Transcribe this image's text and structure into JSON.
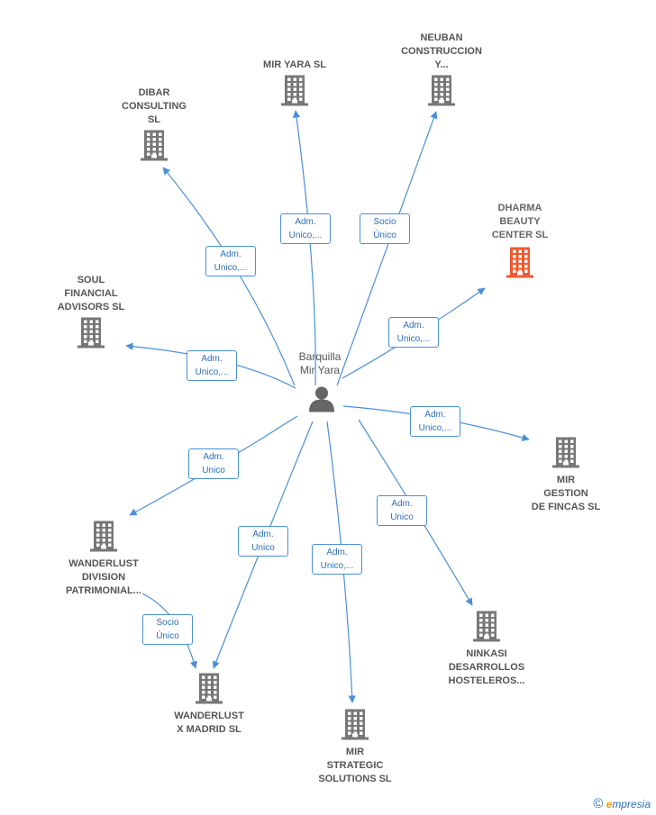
{
  "center": {
    "label": "Barquilla\nMir Yara",
    "icon": "person-icon",
    "color": "#666666"
  },
  "colors": {
    "edge": "#4a90d9",
    "building": "#777777",
    "building_highlight": "#ee5a2f"
  },
  "nodes": [
    {
      "id": "dibar",
      "label": "DIBAR\nCONSULTING\nSL",
      "icon": "building-icon"
    },
    {
      "id": "miryara",
      "label": "MIR YARA  SL",
      "icon": "building-icon"
    },
    {
      "id": "neuban",
      "label": "NEUBAN\nCONSTRUCCION\nY...",
      "icon": "building-icon"
    },
    {
      "id": "dharma",
      "label": "DHARMA\nBEAUTY\nCENTER  SL",
      "icon": "building-icon",
      "highlight": true
    },
    {
      "id": "soul",
      "label": "SOUL\nFINANCIAL\nADVISORS  SL",
      "icon": "building-icon"
    },
    {
      "id": "mirgestion",
      "label": "MIR\nGESTION\nDE FINCAS  SL",
      "icon": "building-icon"
    },
    {
      "id": "wanderlustdiv",
      "label": "WANDERLUST\nDIVISION\nPATRIMONIAL...",
      "icon": "building-icon"
    },
    {
      "id": "ninkasi",
      "label": "NINKASI\nDESARROLLOS\nHOSTELEROS...",
      "icon": "building-icon"
    },
    {
      "id": "wanderlustx",
      "label": "WANDERLUST\nX MADRID  SL",
      "icon": "building-icon"
    },
    {
      "id": "mirstrategic",
      "label": "MIR\nSTRATEGIC\nSOLUTIONS  SL",
      "icon": "building-icon"
    }
  ],
  "edges": [
    {
      "from": "center",
      "to": "dibar",
      "label": "Adm.\nUnico,..."
    },
    {
      "from": "center",
      "to": "miryara",
      "label": "Adm.\nUnico,..."
    },
    {
      "from": "center",
      "to": "neuban",
      "label": "Socio\nÚnico"
    },
    {
      "from": "center",
      "to": "dharma",
      "label": "Adm.\nUnico,..."
    },
    {
      "from": "center",
      "to": "soul",
      "label": "Adm.\nUnico,..."
    },
    {
      "from": "center",
      "to": "mirgestion",
      "label": "Adm.\nUnico,..."
    },
    {
      "from": "center",
      "to": "wanderlustdiv",
      "label": "Adm.\nUnico"
    },
    {
      "from": "center",
      "to": "ninkasi",
      "label": "Adm.\nUnico"
    },
    {
      "from": "center",
      "to": "wanderlustx",
      "label": "Adm.\nUnico"
    },
    {
      "from": "center",
      "to": "mirstrategic",
      "label": "Adm.\nUnico,..."
    },
    {
      "from": "wanderlustdiv",
      "to": "wanderlustx",
      "label": "Socio\nÚnico"
    }
  ],
  "footer": {
    "copyright_symbol": "©",
    "brand_initial": "e",
    "brand_rest": "mpresia"
  }
}
